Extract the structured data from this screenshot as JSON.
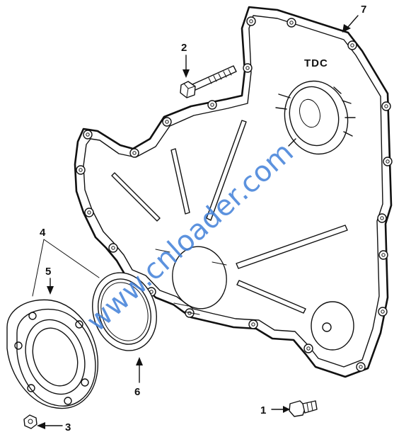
{
  "diagram": {
    "callouts": {
      "c1": "1",
      "c2": "2",
      "c3": "3",
      "c4": "4",
      "c5": "5",
      "c6": "6",
      "c7": "7"
    },
    "tdc_mark": "TDC",
    "watermark": "www.cnloader.com"
  }
}
